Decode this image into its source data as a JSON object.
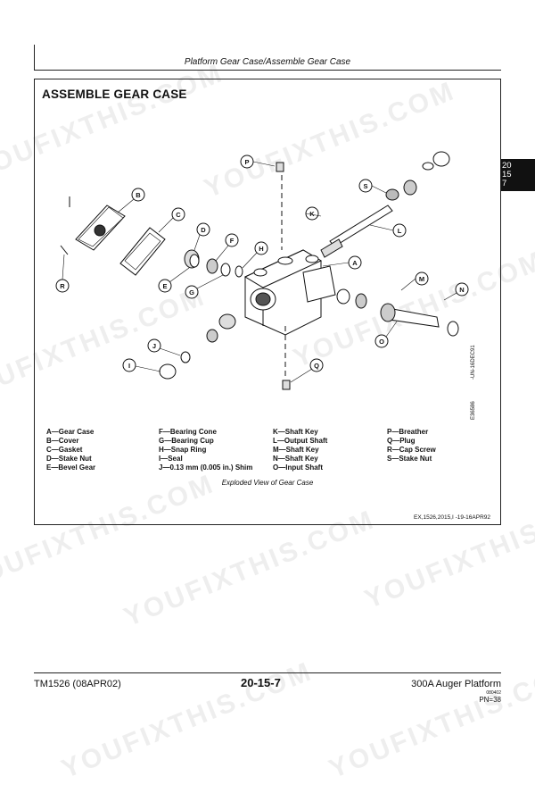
{
  "header": {
    "title": "Platform Gear Case/Assemble Gear Case"
  },
  "section": {
    "title": "ASSEMBLE GEAR CASE"
  },
  "tab": {
    "line1": "20",
    "line2": "15",
    "line3": "7"
  },
  "diagram": {
    "callouts": [
      "A",
      "B",
      "C",
      "D",
      "E",
      "F",
      "G",
      "H",
      "I",
      "J",
      "K",
      "L",
      "M",
      "N",
      "O",
      "P",
      "Q",
      "R",
      "S"
    ]
  },
  "legend": {
    "col1": [
      "A—Gear Case",
      "B—Cover",
      "C—Gasket",
      "D—Stake Nut",
      "E—Bevel Gear"
    ],
    "col2": [
      "F—Bearing Cone",
      "G—Bearing Cup",
      "H—Snap Ring",
      "I—Seal",
      "J—0.13 mm (0.005 in.) Shim"
    ],
    "col3": [
      "K—Shaft Key",
      "L—Output Shaft",
      "M—Shaft Key",
      "N—Shaft Key",
      "O—Input Shaft"
    ],
    "col4": [
      "P—Breather",
      "Q—Plug",
      "R—Cap Screw",
      "S—Stake Nut"
    ]
  },
  "caption": "Exploded View of Gear Case",
  "ref_code": "EX,1526,2015,I -19-16APR92",
  "side_codes": {
    "a": "E36586",
    "b": "-UN-16DEC91"
  },
  "footer": {
    "left": "TM1526 (08APR02)",
    "center": "20-15-7",
    "right": "300A Auger Platform",
    "small": "080402",
    "pn": "PN=38"
  },
  "watermark": "YOUFIXTHIS.COM"
}
